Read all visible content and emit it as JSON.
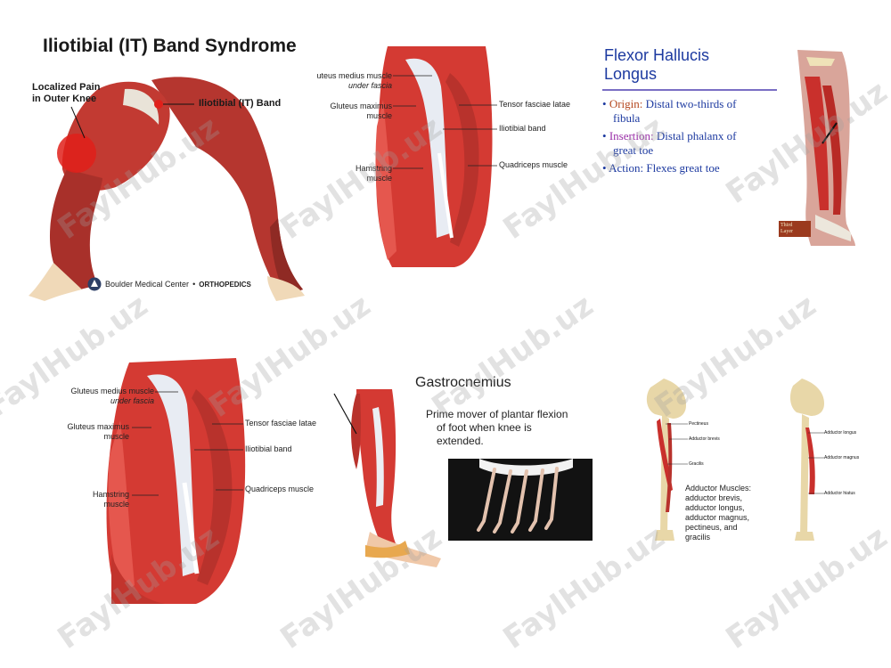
{
  "panel1": {
    "title": "Iliotibial (IT) Band Syndrome",
    "pain_label_line1": "Localized Pain",
    "pain_label_line2": "in Outer Knee",
    "band_label": "Iliotibial (IT) Band",
    "logo_text": "Boulder Medical Center",
    "logo_dot": "•",
    "logo_dept": "ORTHOPEDICS"
  },
  "panel2": {
    "labels": {
      "gluteus_medius": "Gluteus medius muscle",
      "under_fascia": "under fascia",
      "gluteus_maximus_1": "Gluteus maximus",
      "gluteus_maximus_2": "muscle",
      "hamstring_1": "Hamstring",
      "hamstring_2": "muscle",
      "tensor": "Tensor fasciae latae",
      "iliotibial": "Iliotibial band",
      "quadriceps": "Quadriceps muscle"
    }
  },
  "panel3": {
    "title_line1": "Flexor Hallucis",
    "title_line2": "Longus",
    "bullets": [
      {
        "key": "Origin:",
        "text": " Distal two-thirds of",
        "cont": "fibula",
        "color": "#b5481f"
      },
      {
        "key": "Insertion:",
        "text": " Distal phalanx of",
        "cont": "great toe",
        "color": "#9a2fa8"
      },
      {
        "key": "Action:",
        "text": " Flexes great toe",
        "cont": "",
        "color": "#1d3aa0"
      }
    ],
    "layer_line1": "Third",
    "layer_line2": "Layer"
  },
  "panel4": {
    "labels": {
      "gluteus_medius": "Gluteus medius muscle",
      "under_fascia": "under fascia",
      "gluteus_maximus_1": "Gluteus maximus",
      "gluteus_maximus_2": "muscle",
      "hamstring_1": "Hamstring",
      "hamstring_2": "muscle",
      "tensor": "Tensor fasciae latae",
      "iliotibial": "Iliotibial band",
      "quadriceps": "Quadriceps muscle"
    }
  },
  "panel5": {
    "title": "Gastrocnemius",
    "desc_line1": "Prime mover of plantar flexion",
    "desc_line2": "of foot when knee is",
    "desc_line3": "extended."
  },
  "panel6": {
    "left_labels": [
      "Pectineus",
      "Adductor brevis",
      "Gracilis"
    ],
    "right_labels": [
      "Adductor longus",
      "Adductor magnus",
      "Adductor hiatus"
    ],
    "caption_lines": [
      "Adductor Muscles:",
      "adductor brevis,",
      "adductor longus,",
      "adductor magnus,",
      "pectineus, and",
      "gracilis"
    ]
  },
  "watermark": "FaylHub.uz",
  "colors": {
    "muscle": "#c9302c",
    "muscle_light": "#e25b52",
    "tendon": "#e9ecf2",
    "bone": "#e8d7a8",
    "heading_blue": "#1d3aa0",
    "rule_purple": "#7a6fc4"
  }
}
